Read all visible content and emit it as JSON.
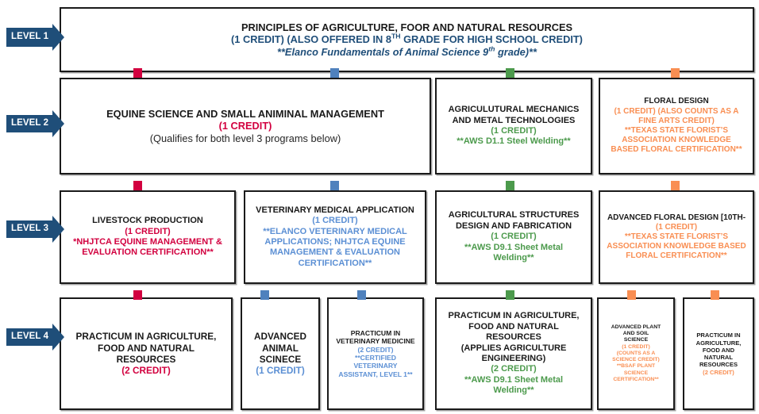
{
  "colors": {
    "navy": "#1F4E79",
    "red": "#D2003F",
    "blue": "#4F81BD",
    "light_blue": "#5B8FD4",
    "green": "#4C9A4C",
    "orange": "#F98E52",
    "black": "#1A1A1A"
  },
  "levels": [
    {
      "id": "level-1",
      "label": "LEVEL 1"
    },
    {
      "id": "level-2",
      "label": "LEVEL 2"
    },
    {
      "id": "level-3",
      "label": "LEVEL 3"
    },
    {
      "id": "level-4",
      "label": "LEVEL 4"
    }
  ],
  "level1": {
    "box1": {
      "line1": "PRINCIPLES OF AGRICULTURE, FOOR AND NATURAL RESOURCES",
      "line2_a": "(1 CREDIT) (ALSO OFFERED IN 8",
      "line2_sup": "TH",
      "line2_b": " GRADE FOR HIGH SCHOOL CREDIT)",
      "line3_a": "**Elanco Fundamentals of Animal Science 9",
      "line3_sup": "th",
      "line3_b": " grade)**"
    }
  },
  "level2": {
    "box1": {
      "line1": "EQUINE SCIENCE AND SMALL ANIMINAL MANAGEMENT",
      "line2": "(1 CREDIT)",
      "line3": "(Qualifies for both level 3 programs below)"
    },
    "box2": {
      "line1": "AGRICULUTURAL MECHANICS",
      "line2": "AND METAL TECHNOLOGIES",
      "line3": "(1 CREDIT)",
      "line4": "**AWS D1.1 Steel Welding**"
    },
    "box3": {
      "line1": "FLORAL DESIGN",
      "line2": "(1 CREDIT) (ALSO COUNTS AS A",
      "line3": "FINE ARTS CREDIT)",
      "line4": "**TEXAS STATE FLORIST’S",
      "line5": "ASSOCIATION KNOWLEDGE",
      "line6": "BASED FLORAL CERTIFICATION**"
    }
  },
  "level3": {
    "box1": {
      "line1": "LIVESTOCK PRODUCTION",
      "line2": "(1 CREDIT)",
      "line3": "*NHJTCA EQUINE MANAGEMENT &",
      "line4": "EVALUATION CERTIFICATION**"
    },
    "box2": {
      "line1": "VETERINARY MEDICAL APPLICATION",
      "line2": "(1 CREDIT)",
      "line3": "**ELANCO VETERINARY MEDICAL",
      "line4": "APPLICATIONS; NHJTCA EQUINE",
      "line5": "MANAGEMENT & EVALUATION",
      "line6": "CERTIFICATION**"
    },
    "box3": {
      "line1": "AGRICULTURAL STRUCTURES",
      "line2": "DESIGN AND FABRICATION",
      "line3": "(1 CREDIT)",
      "line4": "**AWS D9.1 Sheet Metal",
      "line5": "Welding**"
    },
    "box4": {
      "line1": "ADVANCED FLORAL DESIGN [10TH-",
      "line2": "(1 CREDIT)",
      "line3": "**TEXAS STATE FLORIST’S",
      "line4": "ASSOCIATION KNOWLEDGE BASED",
      "line5": "FLORAL CERTIFICATION**"
    }
  },
  "level4": {
    "box1": {
      "line1": "PRACTICUM IN AGRICULTURE,",
      "line2": "FOOD AND NATURAL",
      "line3": "RESOURCES",
      "line4": "(2 CREDIT)"
    },
    "box2": {
      "line1": "ADVANCED",
      "line2": "ANIMAL",
      "line3": "SCINECE",
      "line4": "(1 CREDIT)"
    },
    "box3": {
      "line1": "PRACTICUM IN",
      "line2": "VETERINARY MEDICINE",
      "line3": "(2 CREDIT)",
      "line4": "**CERTIFIED",
      "line5": "VETERINARY",
      "line6": "ASSISTANT, LEVEL 1**"
    },
    "box4": {
      "line1": "PRACTICUM IN AGRICULTURE,",
      "line2": "FOOD AND NATURAL",
      "line3": "RESOURCES",
      "line4": "(APPLIES AGRICULTURE",
      "line5": "ENGINEERING)",
      "line6": "(2 CREDIT)",
      "line7": "**AWS D9.1 Sheet Metal",
      "line8": "Welding**"
    },
    "box5": {
      "line1": "ADVANCED PLANT",
      "line2": "AND SOIL",
      "line3": "SCIENCE",
      "line4": "(1 CREDIT)",
      "line5": "(COUNTS AS A",
      "line6": "SCIENCE CREDIT)",
      "line7": "**BSAF PLANT",
      "line8": "SCIENCE",
      "line9": "CERTIFICATION**"
    },
    "box6": {
      "line1": "PRACTICUM IN",
      "line2": "AGRICULTURE,",
      "line3": "FOOD AND",
      "line4": "NATURAL",
      "line5": "RESOURCES",
      "line6": "(2 CREDIT)"
    }
  }
}
